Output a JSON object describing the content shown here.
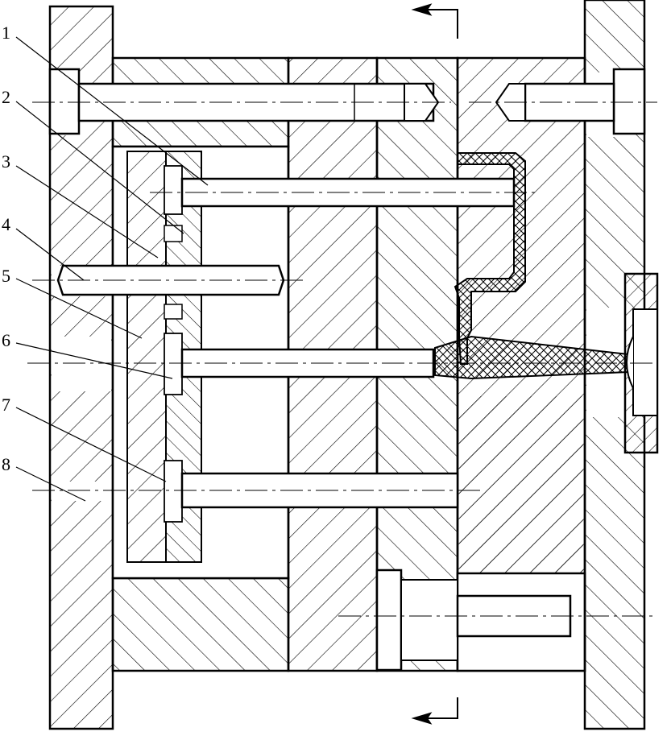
{
  "callouts": [
    {
      "number": "1"
    },
    {
      "number": "2"
    },
    {
      "number": "3"
    },
    {
      "number": "4"
    },
    {
      "number": "5"
    },
    {
      "number": "6"
    },
    {
      "number": "7"
    },
    {
      "number": "8"
    }
  ],
  "colors": {
    "ink": "#000000",
    "paper": "#ffffff"
  }
}
